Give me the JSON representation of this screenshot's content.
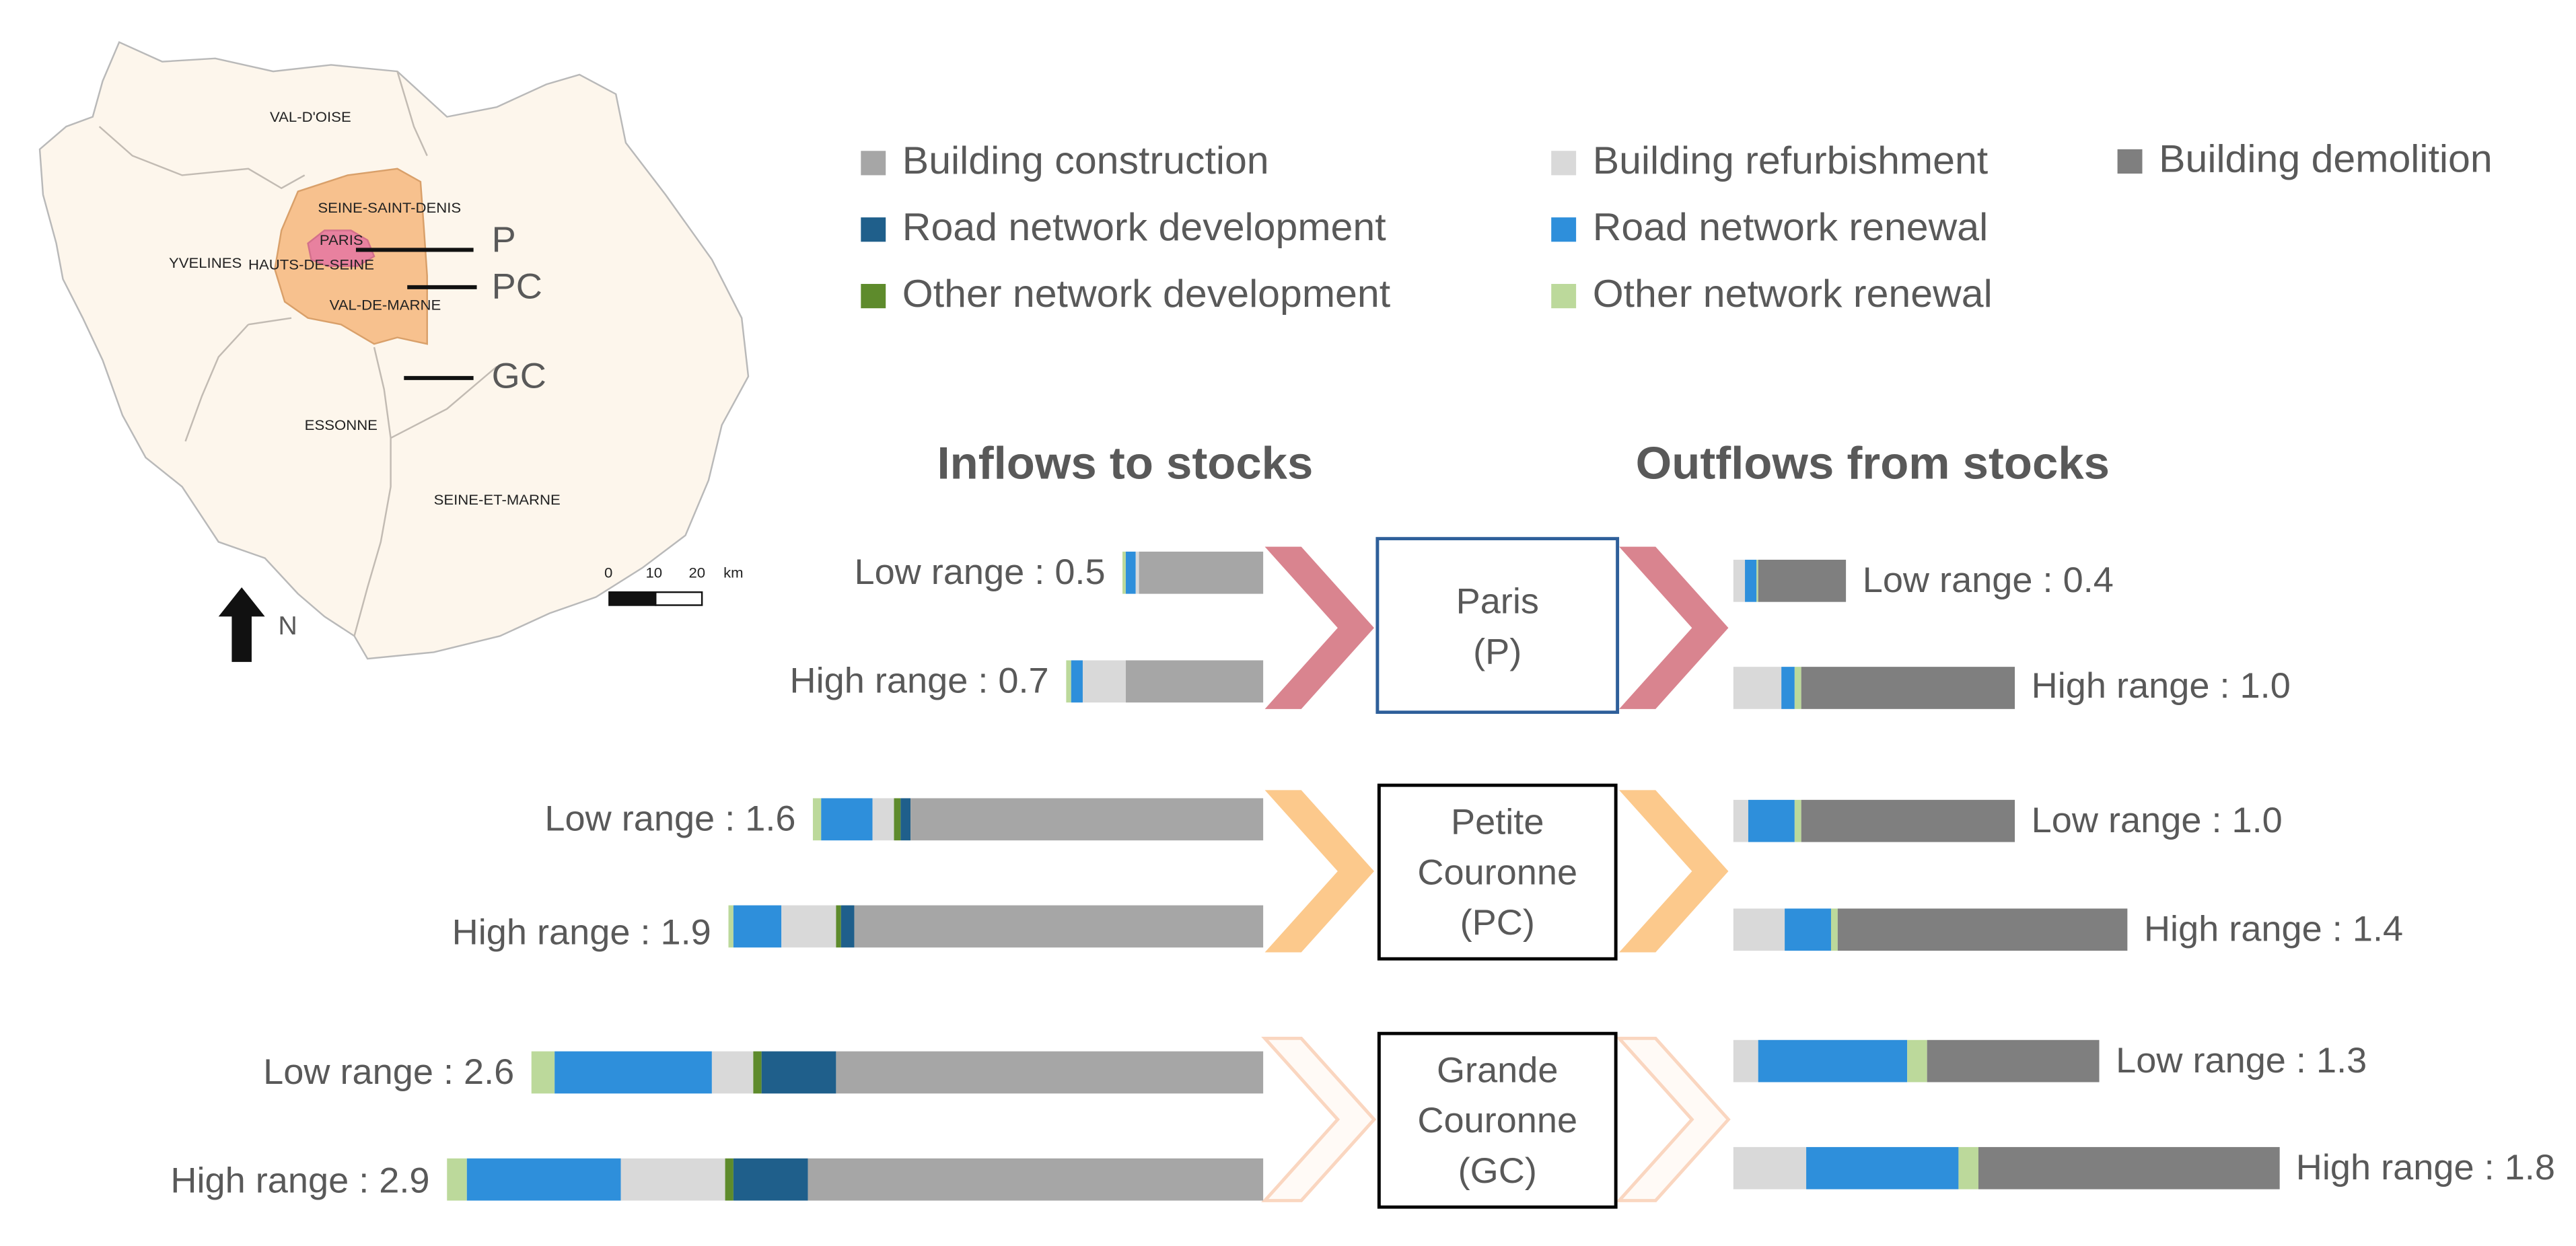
{
  "colors": {
    "building_construction": "#a6a6a6",
    "building_refurbishment": "#d9d9d9",
    "building_demolition": "#7f7f7f",
    "road_network_development": "#1f5f8b",
    "road_network_renewal": "#2e8fdb",
    "other_network_development": "#5e8b2c",
    "other_network_renewal": "#bcd99b",
    "arrow_paris": "#d9848f",
    "arrow_pc": "#fcc98c",
    "arrow_gc_stroke": "#fad6c0",
    "map_fill": "#fdf6ec",
    "map_pc_fill": "#f7c18e",
    "map_paris_fill": "#e8819f"
  },
  "legend": [
    {
      "key": "building_construction",
      "label": "Building construction"
    },
    {
      "key": "building_refurbishment",
      "label": "Building refurbishment"
    },
    {
      "key": "building_demolition",
      "label": "Building demolition"
    },
    {
      "key": "road_network_development",
      "label": "Road network development"
    },
    {
      "key": "road_network_renewal",
      "label": "Road network renewal"
    },
    {
      "key": "other_network_development",
      "label": "Other network development"
    },
    {
      "key": "other_network_renewal",
      "label": "Other network renewal"
    }
  ],
  "headings": {
    "inflows": "Inflows to stocks",
    "outflows": "Outflows from stocks"
  },
  "regions": [
    {
      "id": "P",
      "name_lines": [
        "Paris",
        "(P)"
      ]
    },
    {
      "id": "PC",
      "name_lines": [
        "Petite",
        "Couronne",
        "(PC)"
      ]
    },
    {
      "id": "GC",
      "name_lines": [
        "Grande",
        "Couronne",
        "(GC)"
      ]
    }
  ],
  "inflow_labels": {
    "P_low": "Low range : 0.5",
    "P_high": "High range : 0.7",
    "PC_low": "Low range : 1.6",
    "PC_high": "High range : 1.9",
    "GC_low": "Low range : 2.6",
    "GC_high": "High range : 2.9"
  },
  "outflow_labels": {
    "P_low": "Low range : 0.4",
    "P_high": "High range : 1.0",
    "PC_low": "Low range : 1.0",
    "PC_high": "High range : 1.4",
    "GC_low": "Low range : 1.3",
    "GC_high": "High range : 1.8"
  },
  "chart_data": {
    "type": "bar",
    "stacked": true,
    "series_order_inflows": [
      "other_network_renewal",
      "road_network_renewal",
      "building_refurbishment",
      "other_network_development",
      "road_network_development",
      "building_construction"
    ],
    "series_order_outflows": [
      "building_refurbishment",
      "road_network_renewal",
      "other_network_renewal",
      "building_demolition"
    ],
    "inflows": {
      "P_low": {
        "total": 0.5,
        "segments": [
          0.01,
          0.04,
          0.01,
          0.0,
          0.0,
          0.44
        ]
      },
      "P_high": {
        "total": 0.7,
        "segments": [
          0.02,
          0.04,
          0.15,
          0.0,
          0.0,
          0.49
        ]
      },
      "PC_low": {
        "total": 1.6,
        "segments": [
          0.03,
          0.18,
          0.08,
          0.02,
          0.04,
          1.25
        ]
      },
      "PC_high": {
        "total": 1.9,
        "segments": [
          0.02,
          0.17,
          0.19,
          0.02,
          0.05,
          1.45
        ]
      },
      "GC_low": {
        "total": 2.6,
        "segments": [
          0.08,
          0.56,
          0.15,
          0.03,
          0.26,
          1.52
        ]
      },
      "GC_high": {
        "total": 2.9,
        "segments": [
          0.07,
          0.55,
          0.37,
          0.03,
          0.26,
          1.62
        ]
      }
    },
    "outflows": {
      "P_low": {
        "total": 0.4,
        "segments": [
          0.04,
          0.04,
          0.01,
          0.31
        ]
      },
      "P_high": {
        "total": 1.0,
        "segments": [
          0.17,
          0.05,
          0.02,
          0.76
        ]
      },
      "PC_low": {
        "total": 1.0,
        "segments": [
          0.05,
          0.17,
          0.02,
          0.76
        ]
      },
      "PC_high": {
        "total": 1.4,
        "segments": [
          0.18,
          0.17,
          0.02,
          1.03
        ]
      },
      "GC_low": {
        "total": 1.3,
        "segments": [
          0.09,
          0.53,
          0.07,
          0.61
        ]
      },
      "GC_high": {
        "total": 1.8,
        "segments": [
          0.26,
          0.54,
          0.07,
          1.07
        ]
      }
    }
  },
  "map": {
    "departments": [
      "VAL-D'OISE",
      "SEINE-SAINT-DENIS",
      "PARIS",
      "HAUTS-DE-SEINE",
      "VAL-DE-MARNE",
      "YVELINES",
      "ESSONNE",
      "SEINE-ET-MARNE"
    ],
    "zone_labels": [
      "P",
      "PC",
      "GC"
    ],
    "scale_ticks": [
      "0",
      "10",
      "20"
    ],
    "scale_unit": "km",
    "north_label": "N"
  }
}
